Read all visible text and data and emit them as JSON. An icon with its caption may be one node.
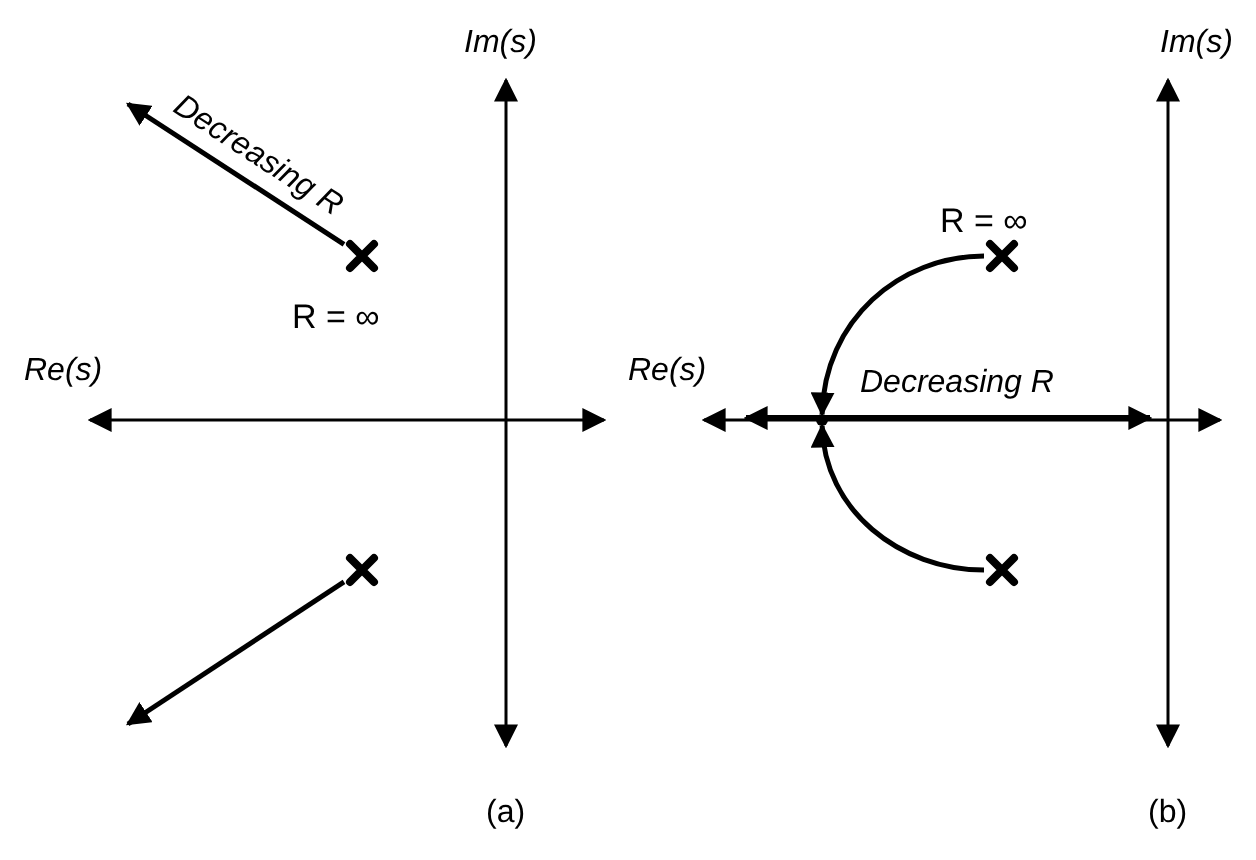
{
  "diagram": {
    "nodes": [
      {
        "text": [],
        "shape": "cross",
        "beside": [
          "R = ∞"
        ]
      },
      {
        "text": [],
        "shape": "cross"
      },
      {
        "text": [],
        "shape": "cross",
        "beside": [
          "R = ∞"
        ]
      },
      {
        "text": [],
        "shape": "cross"
      },
      {
        "text": [],
        "shape": "point"
      }
    ],
    "edges": [
      {
        "from": 0,
        "to": null,
        "arrow": "to",
        "label": "Decreasing R"
      },
      {
        "from": 1,
        "to": null,
        "arrow": "to"
      },
      {
        "from": 2,
        "to": 4,
        "arrow": "to"
      },
      {
        "from": 3,
        "to": 4,
        "arrow": "to"
      }
    ],
    "labels": [
      "Im(s)",
      "Re(s)",
      "(a)",
      "Im(s)",
      "Re(s)",
      "Decreasing R",
      "(b)"
    ]
  }
}
